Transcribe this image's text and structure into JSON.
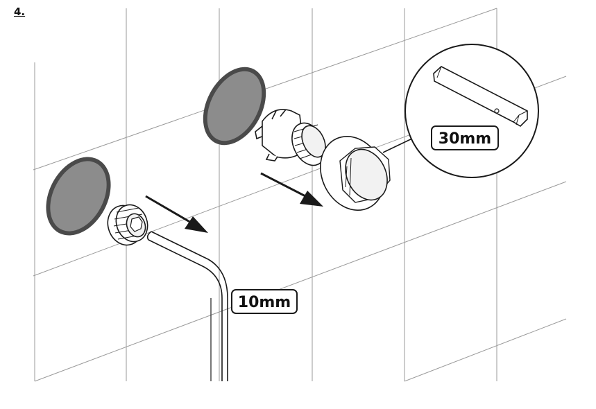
{
  "step": {
    "number": "4."
  },
  "labels": {
    "allen_key_size": "10mm",
    "socket_wrench_size": "30mm"
  },
  "colors": {
    "line": "#1a1a1a",
    "tile_grid": "#9a9a9a",
    "cap_fill": "#8c8c8c",
    "cap_rim": "#4a4a4a"
  }
}
